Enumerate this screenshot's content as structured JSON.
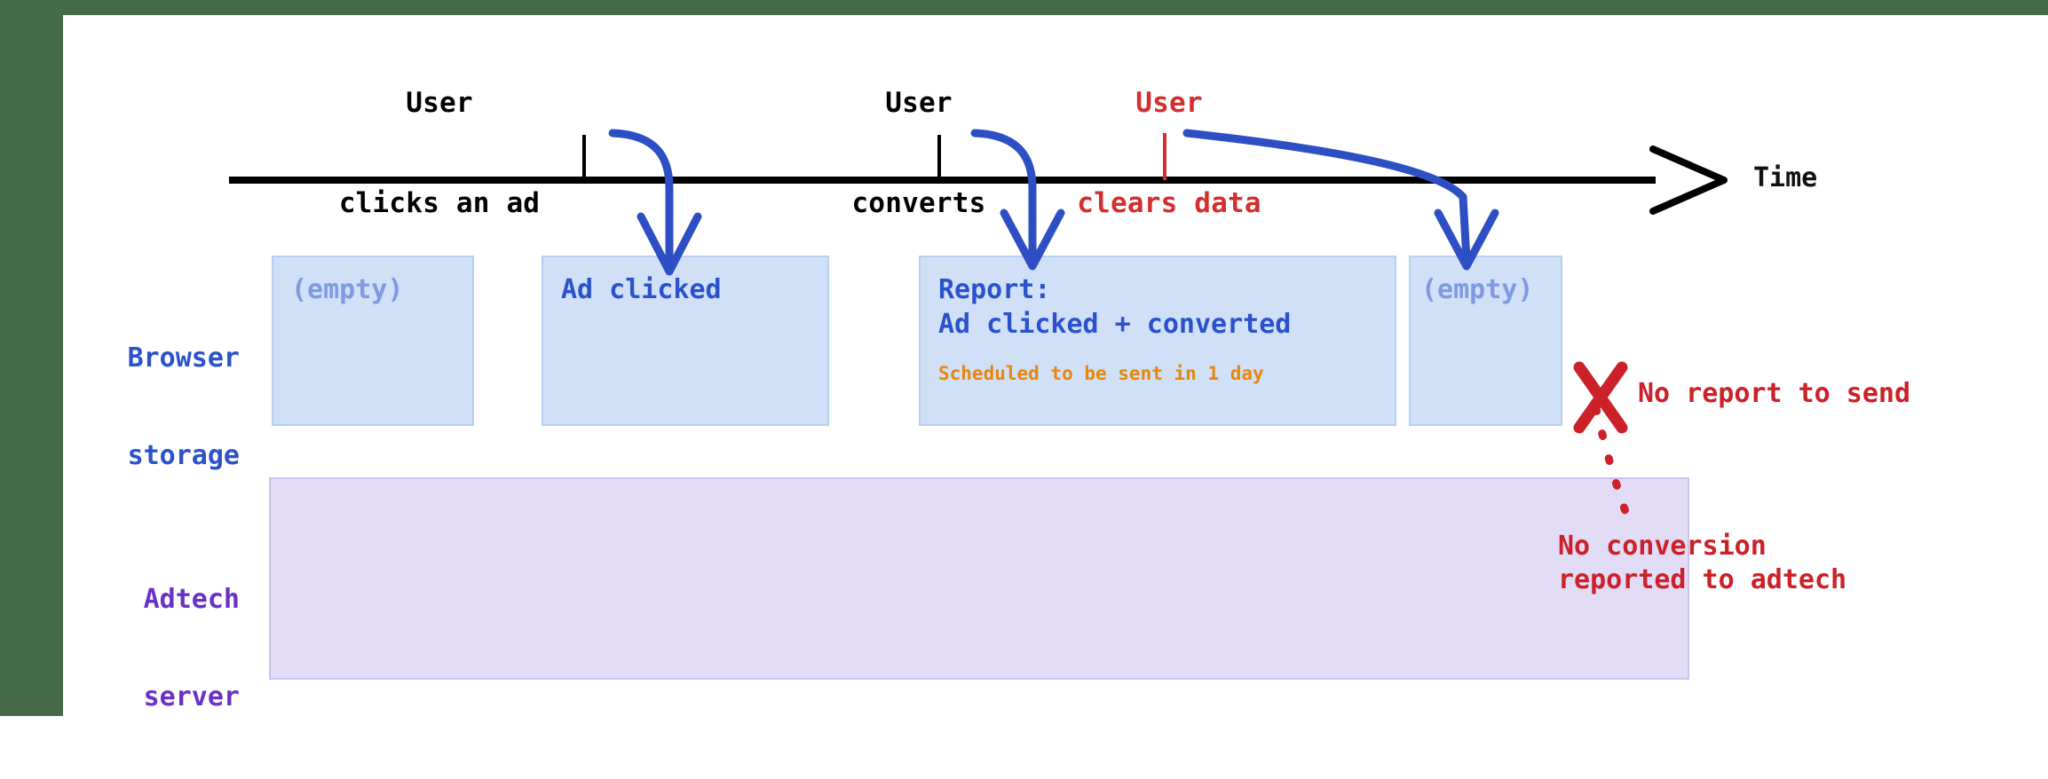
{
  "theme": {
    "accent_green": "#466B49",
    "blue": "#2B52CC",
    "light_blue_text": "#7E9BE0",
    "box_blue_fill": "#CFE0F7",
    "box_blue_border": "#B6D0F2",
    "purple": "#6B30C9",
    "box_purple_fill": "#E2DCF7",
    "box_purple_border": "#CCC2EE",
    "red": "#CC2128",
    "red_event": "#D42E2E",
    "orange": "#E8860C",
    "black": "#000000"
  },
  "timeline": {
    "axis_label": "Time",
    "events": [
      {
        "id": "click",
        "line1": "User",
        "line2": "clicks an ad",
        "color": "black",
        "tick_color": "#000000"
      },
      {
        "id": "convert",
        "line1": "User",
        "line2": "converts",
        "color": "black",
        "tick_color": "#000000"
      },
      {
        "id": "clear",
        "line1": "User",
        "line2": "clears data",
        "color": "red",
        "tick_color": "#D42E2E"
      }
    ]
  },
  "rows": [
    {
      "id": "browser-storage",
      "line1": "Browser",
      "line2": "storage"
    },
    {
      "id": "adtech-server",
      "line1": "Adtech",
      "line2": "server"
    }
  ],
  "storage_states": [
    {
      "id": "state-1",
      "main": "(empty)",
      "style": "empty",
      "note": ""
    },
    {
      "id": "state-2",
      "main": "Ad clicked",
      "style": "filled",
      "note": ""
    },
    {
      "id": "state-3",
      "main": "Report:\nAd clicked + converted",
      "style": "filled",
      "note": "Scheduled to be sent in 1 day"
    },
    {
      "id": "state-4",
      "main": "(empty)",
      "style": "empty",
      "note": ""
    }
  ],
  "annotations": {
    "no_report": "No report to send",
    "no_conversion": "No conversion\nreported to adtech"
  }
}
